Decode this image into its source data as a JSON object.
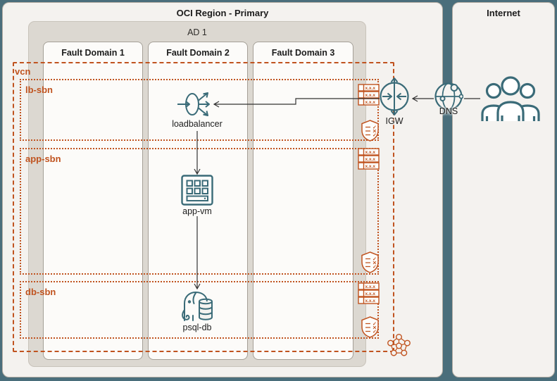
{
  "region": {
    "title": "OCI Region - Primary"
  },
  "internet_panel": {
    "title": "Internet"
  },
  "ad": {
    "title": "AD 1"
  },
  "fault_domains": [
    {
      "label": "Fault Domain 1"
    },
    {
      "label": "Fault Domain 2"
    },
    {
      "label": "Fault Domain 3"
    }
  ],
  "vcn": {
    "label": "vcn"
  },
  "subnets": [
    {
      "label": "lb-sbn"
    },
    {
      "label": "app-sbn"
    },
    {
      "label": "db-sbn"
    }
  ],
  "nodes": {
    "loadbalancer": {
      "label": "loadbalancer"
    },
    "app_vm": {
      "label": "app-vm"
    },
    "psql_db": {
      "label": "psql-db"
    },
    "igw": {
      "label": "IGW"
    },
    "dns": {
      "label": "DNS"
    }
  },
  "icons": {
    "route_table_row": "x.x.x",
    "check": "✓",
    "cross": "✕"
  },
  "colors": {
    "accent_orange": "#C0531F",
    "icon_teal": "#3A6B78",
    "divider_teal": "#4A6E7B",
    "panel_bg": "#F4F2EF",
    "connector": "#333333"
  }
}
